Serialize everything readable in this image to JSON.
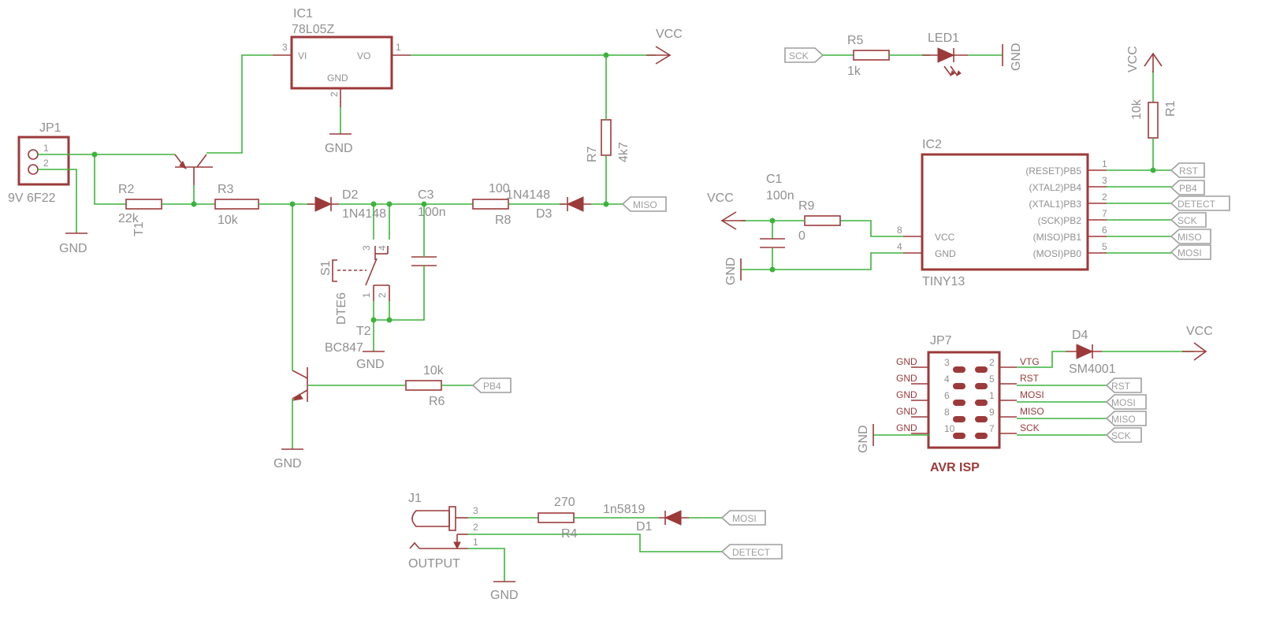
{
  "supply": {
    "vcc": "VCC",
    "gnd": "GND"
  },
  "components": {
    "ic1": {
      "name": "IC1",
      "value": "78L05Z",
      "pin_vi": "VI",
      "pin_vo": "VO",
      "pin_gnd": "GND",
      "pin3": "3",
      "pin1": "1",
      "pin2": "2"
    },
    "jp1": {
      "name": "JP1",
      "value": "9V 6F22",
      "pin1": "1",
      "pin2": "2"
    },
    "r2": {
      "name": "R2",
      "value": "22k",
      "extra": "T1"
    },
    "r3": {
      "name": "R3",
      "value": "10k"
    },
    "d2": {
      "name": "D2",
      "value": "1N4148"
    },
    "c3": {
      "name": "C3",
      "value": "100n"
    },
    "r8": {
      "name": "R8",
      "value": "100"
    },
    "d3": {
      "name": "D3",
      "value": "1N4148"
    },
    "r7": {
      "name": "R7",
      "value": "4k7"
    },
    "s1": {
      "name": "S1",
      "value": "DTE6",
      "pin1": "1",
      "pin2": "2",
      "pin3": "3",
      "pin4": "4"
    },
    "t2": {
      "name": "T2",
      "value": "BC847"
    },
    "r6": {
      "name": "R6",
      "value": "10k"
    },
    "j1": {
      "name": "J1",
      "value": "OUTPUT",
      "pin1": "1",
      "pin2": "2",
      "pin3": "3"
    },
    "r4": {
      "name": "R4",
      "value": "270"
    },
    "d1": {
      "name": "D1",
      "value": "1n5819"
    },
    "r5": {
      "name": "R5",
      "value": "1k"
    },
    "led1": {
      "name": "LED1"
    },
    "r1": {
      "name": "R1",
      "value": "10k"
    },
    "c1": {
      "name": "C1",
      "value": "100n"
    },
    "r9": {
      "name": "R9",
      "value": "0"
    },
    "ic2": {
      "name": "IC2",
      "value": "TINY13",
      "left_pins": [
        {
          "label": "VCC",
          "num": "8"
        },
        {
          "label": "GND",
          "num": "4"
        }
      ],
      "right_pins": [
        {
          "label": "(RESET)PB5",
          "num": "1"
        },
        {
          "label": "(XTAL2)PB4",
          "num": "3"
        },
        {
          "label": "(XTAL1)PB3",
          "num": "2"
        },
        {
          "label": "(SCK)PB2",
          "num": "7"
        },
        {
          "label": "(MISO)PB1",
          "num": "6"
        },
        {
          "label": "(MOSI)PB0",
          "num": "5"
        }
      ]
    },
    "jp7": {
      "name": "JP7",
      "value": "AVR ISP",
      "rows": [
        {
          "left_net": "GND",
          "left_num": "3",
          "right_num": "2",
          "right_net": "VTG"
        },
        {
          "left_net": "GND",
          "left_num": "4",
          "right_num": "5",
          "right_net": "RST"
        },
        {
          "left_net": "GND",
          "left_num": "6",
          "right_num": "1",
          "right_net": "MOSI"
        },
        {
          "left_net": "GND",
          "left_num": "8",
          "right_num": "9",
          "right_net": "MISO"
        },
        {
          "left_net": "GND",
          "left_num": "10",
          "right_num": "7",
          "right_net": "SCK"
        }
      ]
    },
    "d4": {
      "name": "D4",
      "value": "SM4001"
    }
  },
  "net_labels": {
    "sck": "SCK",
    "miso": "MISO",
    "mosi": "MOSI",
    "rst": "RST",
    "pb4": "PB4",
    "detect": "DETECT"
  }
}
